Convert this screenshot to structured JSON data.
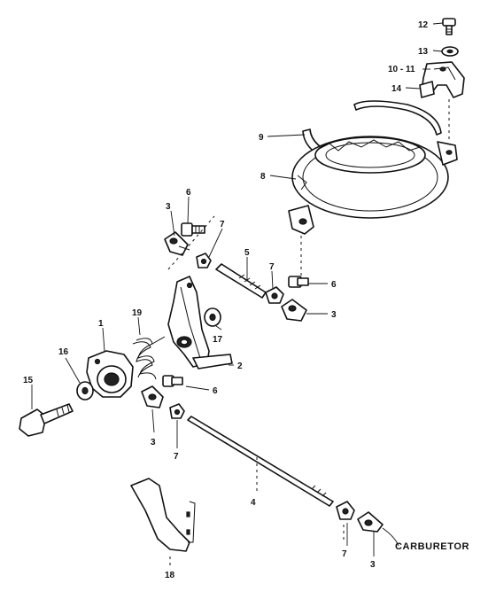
{
  "callouts": {
    "p1": "1",
    "p2": "2",
    "p3a": "3",
    "p3b": "3",
    "p3c": "3",
    "p3d": "3",
    "p4": "4",
    "p5": "5",
    "p6a": "6",
    "p6b": "6",
    "p6c": "6",
    "p7a": "7",
    "p7b": "7",
    "p7c": "7",
    "p7d": "7",
    "p8": "8",
    "p9": "9",
    "p10_11": "10 - 11",
    "p12": "12",
    "p13": "13",
    "p14": "14",
    "p15": "15",
    "p16": "16",
    "p17": "17",
    "p18": "18",
    "p19": "19"
  },
  "carburetor_label": "CARBURETOR"
}
